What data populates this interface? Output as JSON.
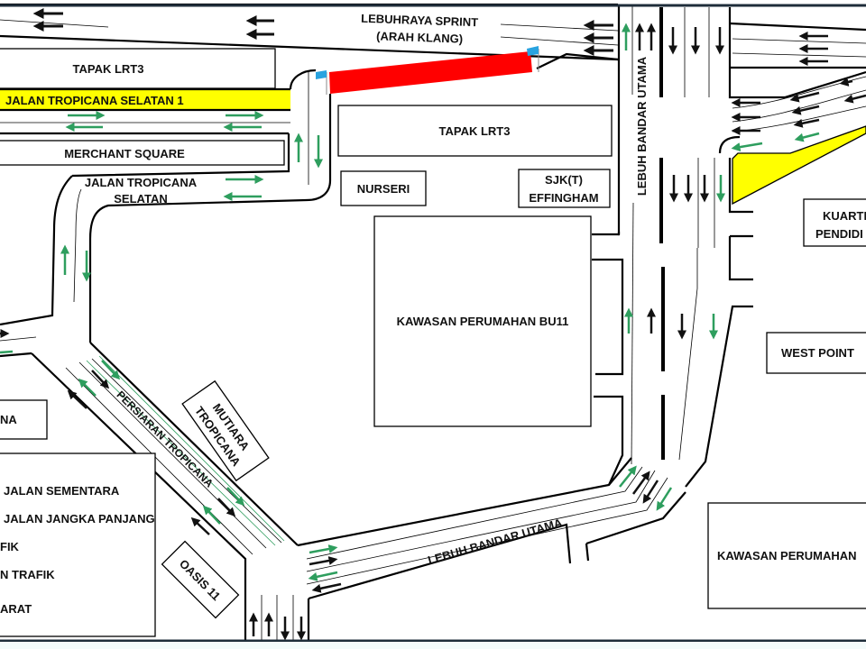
{
  "map": {
    "title": "Traffic diversion map - Lebuh Bandar Utama / Persiaran Tropicana",
    "colors": {
      "closure_red": "#ff0000",
      "highlight_yellow": "#ffff00",
      "flag_blue": "#29a3e0",
      "arrow_green": "#2e9e5e",
      "arrow_black": "#111111",
      "frame": "#1f2d3a"
    },
    "roads": {
      "sprint_line1": "LEBUHRAYA SPRINT",
      "sprint_line2": "(ARAH KLANG)",
      "jts1": "JALAN TROPICANA SELATAN 1",
      "jts_line1": "JALAN TROPICANA",
      "jts_line2": "SELATAN",
      "lbu_vertical": "LEBUH BANDAR UTAMA",
      "lbu_horizontal": "LEBUH BANDAR UTAMA",
      "persiaran": "PERSIARAN TROPICANA"
    },
    "places": {
      "tapak_lrt3_left": "TAPAK LRT3",
      "tapak_lrt3_mid": "TAPAK LRT3",
      "merchant_square": "MERCHANT SQUARE",
      "nurseri": "NURSERI",
      "sjkt_line1": "SJK(T)",
      "sjkt_line2": "EFFINGHAM",
      "bu11": "KAWASAN PERUMAHAN  BU11",
      "kuarters_line1": "KUARTE",
      "kuarters_line2": "PENDIDI",
      "west_point": "WEST POINT",
      "kawasan_right": "KAWASAN PERUMAHAN",
      "mutiara_line1": "MUTIARA",
      "mutiara_line2": "TROPICANA",
      "oasis": "OASIS 11",
      "left_partial": "NA"
    },
    "legend": {
      "items": [
        "JALAN SEMENTARA",
        "JALAN JANGKA PANJANG",
        "FIK",
        "N TRAFIK",
        "ARAT"
      ]
    }
  }
}
